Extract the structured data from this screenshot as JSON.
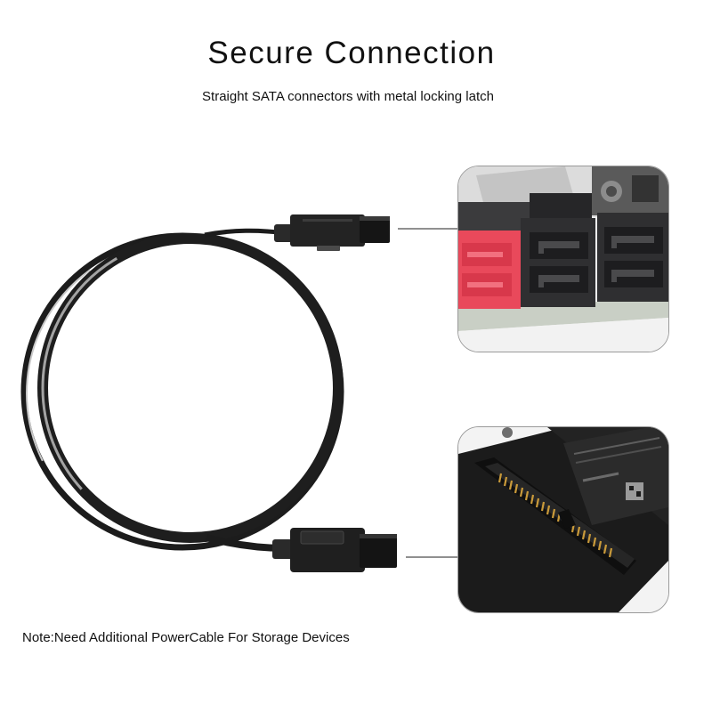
{
  "heading": {
    "title": "Secure Connection",
    "subtitle": "Straight SATA connectors with metal locking latch"
  },
  "footer": {
    "note": "Note:Need Additional PowerCable For Storage Devices"
  },
  "colors": {
    "cable": "#1c1c1c",
    "cable_highlight": "#9b9b9b",
    "port_red": "#e9495b",
    "port_black": "#2f2f31",
    "pcb": "#c9cfc5",
    "ssd_body": "#1b1b1b",
    "contacts": "#c99a3a"
  },
  "icons": {
    "connector_top": "sata-connector-icon",
    "connector_bottom": "sata-connector-icon"
  }
}
